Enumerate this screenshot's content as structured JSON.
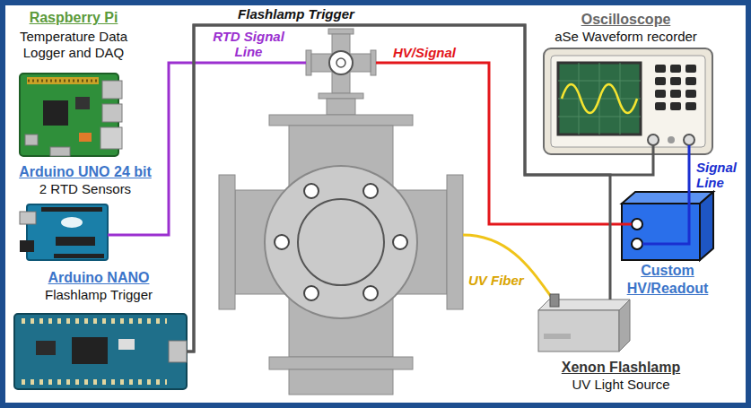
{
  "diagram": {
    "nodes": [
      {
        "text": [
          "Raspberry Pi",
          "Temperature Data Logger and DAQ"
        ]
      },
      {
        "text": [
          "Oscilloscope",
          "aSe Waveform recorder"
        ]
      },
      {
        "text": [
          "Arduino UNO 24 bit",
          "2 RTD Sensors"
        ]
      },
      {
        "text": [
          "Custom HV/Readout"
        ]
      },
      {
        "text": [
          "Arduino NANO",
          "Flashlamp Trigger"
        ]
      },
      {
        "text": [
          "Xenon Flashlamp",
          "UV Light Source"
        ]
      }
    ],
    "edges": [
      {
        "from": 3,
        "to": 1,
        "arrow": "none",
        "label": "Signal Line"
      },
      {
        "from": 4,
        "to": 1,
        "arrow": "none",
        "label": "Flashlamp Trigger"
      },
      {
        "from": 4,
        "to": 5,
        "arrow": "none"
      }
    ],
    "labels": [
      "RTD Signal Line",
      "HV/Signal",
      "UV Fiber"
    ]
  }
}
